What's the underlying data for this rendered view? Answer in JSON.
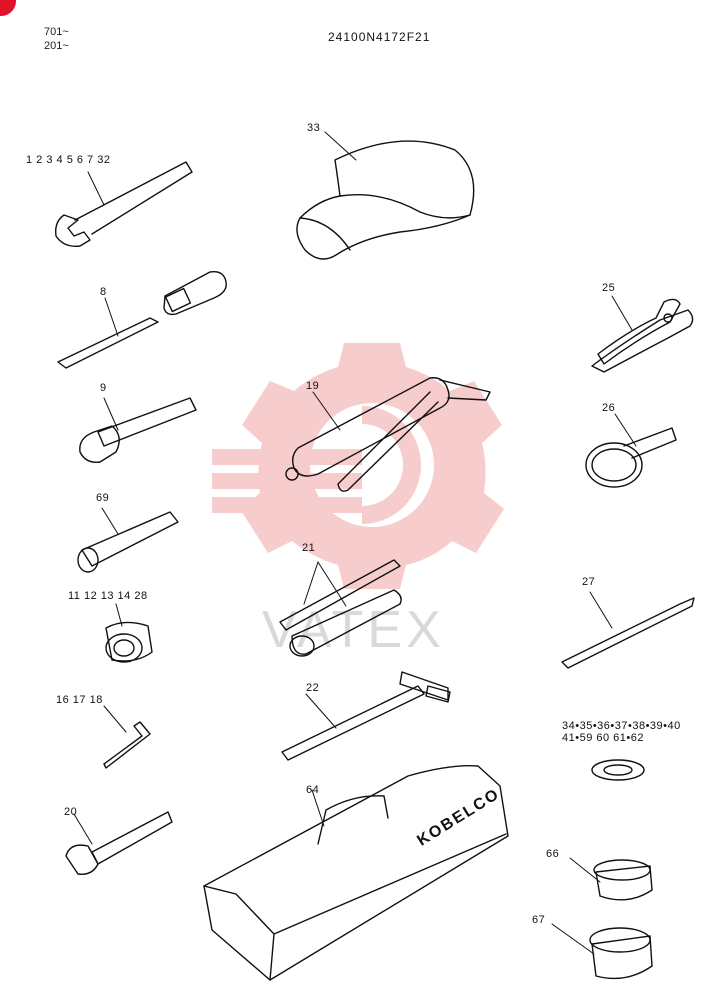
{
  "header": {
    "serial_a": "701~",
    "serial_b": "201~",
    "drawing_number": "24100N4172F21"
  },
  "watermark": {
    "text": "VATEX",
    "color": "#f2c0c0"
  },
  "brand_text": "KOBELCO",
  "parts": [
    {
      "id": "p1",
      "label": "1 2 3 4 5 6 7 32",
      "name": "open-end-wrench"
    },
    {
      "id": "p33",
      "label": "33",
      "name": "cap"
    },
    {
      "id": "p8",
      "label": "8",
      "name": "screwdriver"
    },
    {
      "id": "p25",
      "label": "25",
      "name": "pliers"
    },
    {
      "id": "p9",
      "label": "9",
      "name": "ratchet-handle"
    },
    {
      "id": "p19",
      "label": "19",
      "name": "grease-gun"
    },
    {
      "id": "p26",
      "label": "26",
      "name": "filter-wrench"
    },
    {
      "id": "p69",
      "label": "69",
      "name": "extension-bar"
    },
    {
      "id": "p21",
      "label": "21",
      "name": "socket-wrench-rod"
    },
    {
      "id": "p11",
      "label": "11 12 13 14 28",
      "name": "socket"
    },
    {
      "id": "p27",
      "label": "27",
      "name": "bar"
    },
    {
      "id": "p22",
      "label": "22",
      "name": "hammer"
    },
    {
      "id": "p16",
      "label": "16 17 18",
      "name": "hex-key"
    },
    {
      "id": "p34",
      "label": "34•35•36•37•38•39•40",
      "name": "washer-group-a"
    },
    {
      "id": "p41",
      "label": "41•59  60  61•62",
      "name": "washer-group-b"
    },
    {
      "id": "p64",
      "label": "64",
      "name": "tool-box"
    },
    {
      "id": "p20",
      "label": "20",
      "name": "adjustable-wrench"
    },
    {
      "id": "p66",
      "label": "66",
      "name": "filter-cap"
    },
    {
      "id": "p67",
      "label": "67",
      "name": "filter-cap-large"
    }
  ]
}
